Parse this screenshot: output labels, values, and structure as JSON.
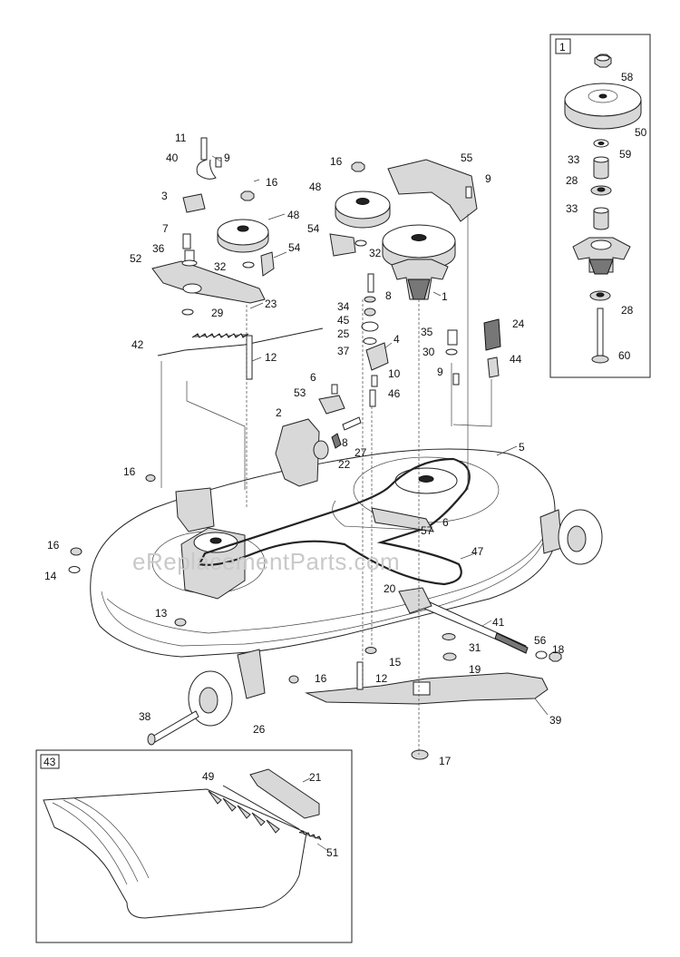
{
  "watermark": "eReplacementParts.com",
  "inset_spindle": {
    "box_label": "1"
  },
  "inset_mulch": {
    "box_label": "43"
  },
  "callouts": [
    "1",
    "2",
    "3",
    "4",
    "5",
    "6",
    "6",
    "7",
    "8",
    "8",
    "9",
    "9",
    "9",
    "10",
    "11",
    "12",
    "12",
    "13",
    "14",
    "15",
    "16",
    "16",
    "16",
    "16",
    "16",
    "17",
    "18",
    "19",
    "20",
    "21",
    "22",
    "23",
    "24",
    "25",
    "26",
    "27",
    "28",
    "28",
    "29",
    "30",
    "31",
    "32",
    "32",
    "33",
    "33",
    "34",
    "35",
    "36",
    "37",
    "38",
    "39",
    "40",
    "41",
    "42",
    "44",
    "45",
    "46",
    "47",
    "48",
    "48",
    "49",
    "50",
    "51",
    "52",
    "53",
    "54",
    "54",
    "55",
    "56",
    "57",
    "58",
    "59",
    "60"
  ]
}
